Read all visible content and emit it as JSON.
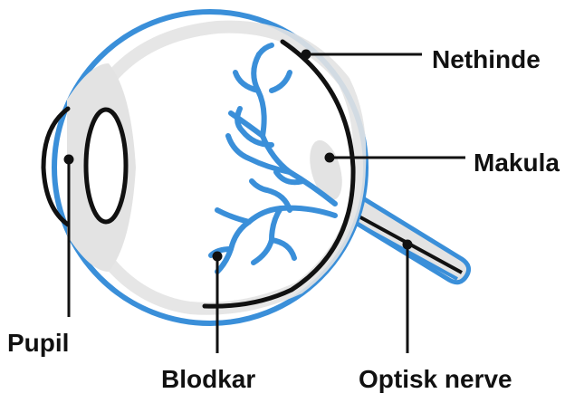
{
  "labels": {
    "retina": "Nethinde",
    "macula": "Makula",
    "pupil": "Pupil",
    "blood_vessels": "Blodkar",
    "optic_nerve": "Optisk nerve"
  },
  "colors": {
    "outline_blue": "#3a8fd9",
    "shade_grey": "#e3e3e3",
    "ink": "#111111"
  }
}
